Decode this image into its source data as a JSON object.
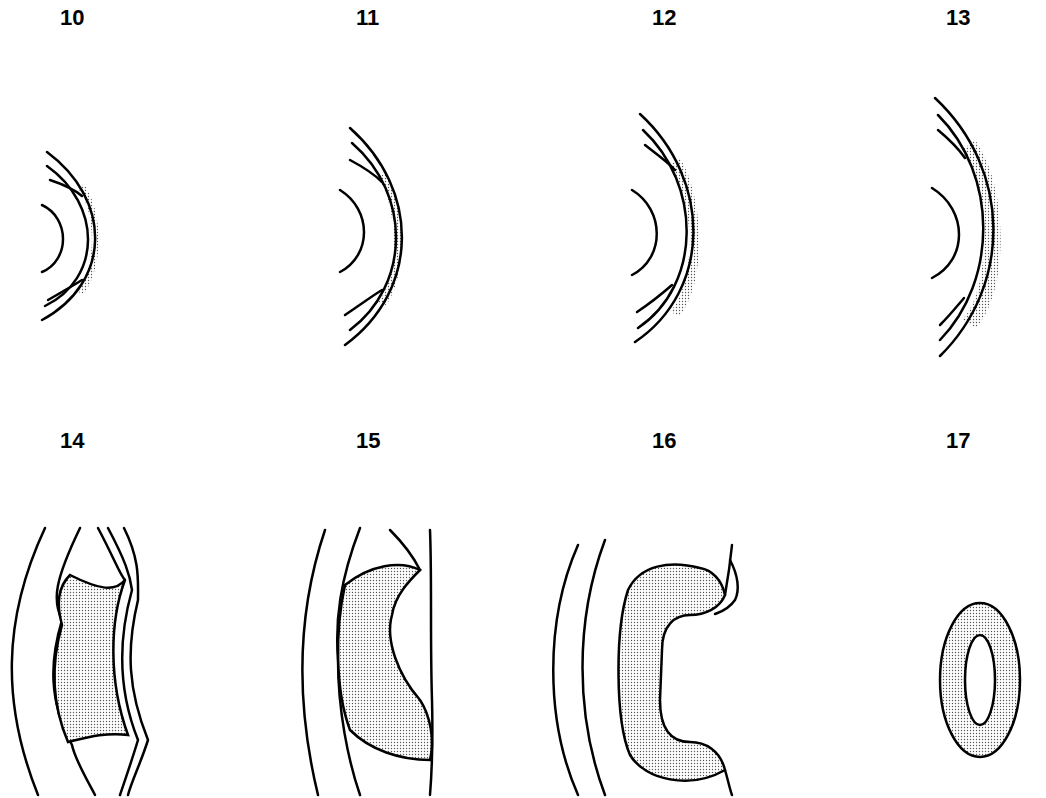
{
  "diagram": {
    "labels": [
      "10",
      "11",
      "12",
      "13",
      "14",
      "15",
      "16",
      "17"
    ]
  }
}
